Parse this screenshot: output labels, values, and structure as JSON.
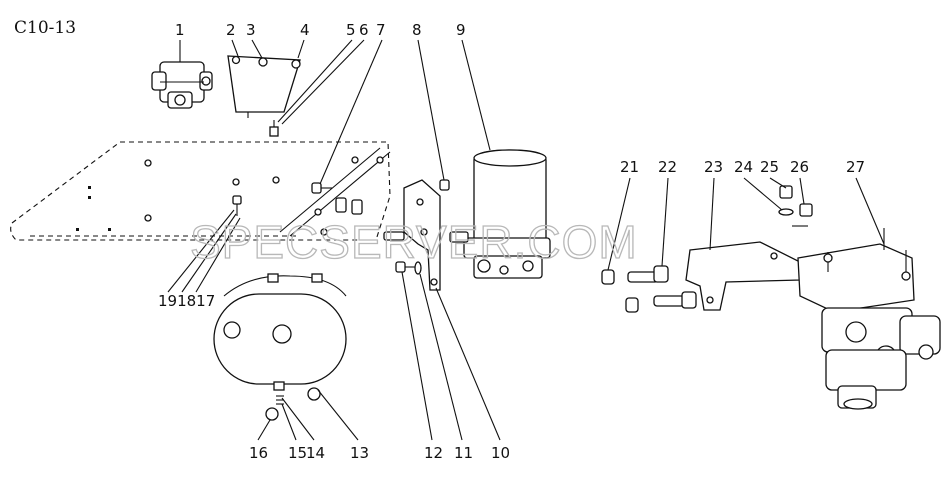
{
  "diagram": {
    "code": "C10-13",
    "watermark": "SPECSERVER.COM",
    "callouts": [
      "1",
      "2",
      "3",
      "4",
      "5",
      "6",
      "7",
      "8",
      "9",
      "21",
      "22",
      "23",
      "24",
      "25",
      "26",
      "27",
      "191817",
      "16",
      "15",
      "14",
      "13",
      "12",
      "11",
      "10"
    ]
  }
}
